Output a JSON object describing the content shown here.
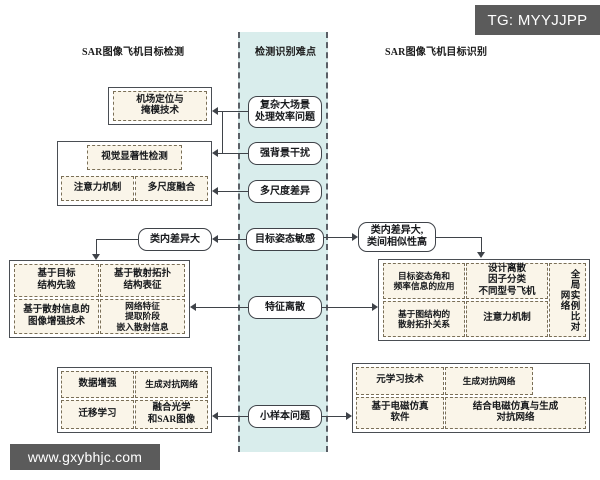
{
  "columns": {
    "left_title": "SAR图像飞机目标检测",
    "middle_title": "检测识别难点",
    "right_title": "SAR图像飞机目标识别"
  },
  "middle_nodes": [
    {
      "id": "n1",
      "label": "复杂大场景\n处理效率问题"
    },
    {
      "id": "n2",
      "label": "强背景干扰"
    },
    {
      "id": "n3",
      "label": "多尺度差异"
    },
    {
      "id": "n4",
      "label": "目标姿态敏感"
    },
    {
      "id": "n5",
      "label": "特征离散"
    },
    {
      "id": "n6",
      "label": "小样本问题"
    }
  ],
  "bridge_nodes": [
    {
      "id": "b-left",
      "label": "类内差异大"
    },
    {
      "id": "b-right",
      "label": "类内差异大,\n类间相似性高"
    }
  ],
  "left_groups": [
    {
      "id": "lg1",
      "cards": [
        {
          "label": "机场定位与\n掩模技术"
        }
      ]
    },
    {
      "id": "lg2",
      "cards": [
        {
          "label": "视觉显著性检测"
        },
        {
          "label": "注意力机制"
        },
        {
          "label": "多尺度融合"
        }
      ]
    },
    {
      "id": "lg3",
      "cards": [
        {
          "label": "基于目标\n结构先验"
        },
        {
          "label": "基于散射拓扑\n结构表征"
        },
        {
          "label": "基于散射信息的\n图像增强技术"
        },
        {
          "label": "网络特征\n提取阶段\n嵌入散射信息"
        }
      ]
    },
    {
      "id": "lg4",
      "cards": [
        {
          "label": "数据增强"
        },
        {
          "label": "生成对抗网络"
        },
        {
          "label": "迁移学习"
        },
        {
          "label": "融合光学\n和SAR图像"
        }
      ]
    }
  ],
  "right_groups": [
    {
      "id": "rg1",
      "cards": [
        {
          "label": "目标姿态角和\n频率信息的应用"
        },
        {
          "label": "设计离散\n因子分类\n不同型号飞机"
        },
        {
          "label": "全局实例比对网络"
        },
        {
          "label": "基于图结构的\n散射拓扑关系"
        },
        {
          "label": "注意力机制"
        }
      ]
    },
    {
      "id": "rg2",
      "cards": [
        {
          "label": "元学习技术"
        },
        {
          "label": "生成对抗网络"
        },
        {
          "label": "基于电磁仿真\n软件"
        },
        {
          "label": "结合电磁仿真与生成\n对抗网络"
        }
      ]
    }
  ],
  "watermarks": {
    "tg": "TG: MYYJJPP",
    "site": "www.gxybhjc.com"
  },
  "colors": {
    "band_fill": "#d9edec",
    "card_fill": "#faf5e9",
    "card_border": "#7a6f57",
    "line": "#3f4349",
    "watermark_bg": "#5b5b5b"
  }
}
